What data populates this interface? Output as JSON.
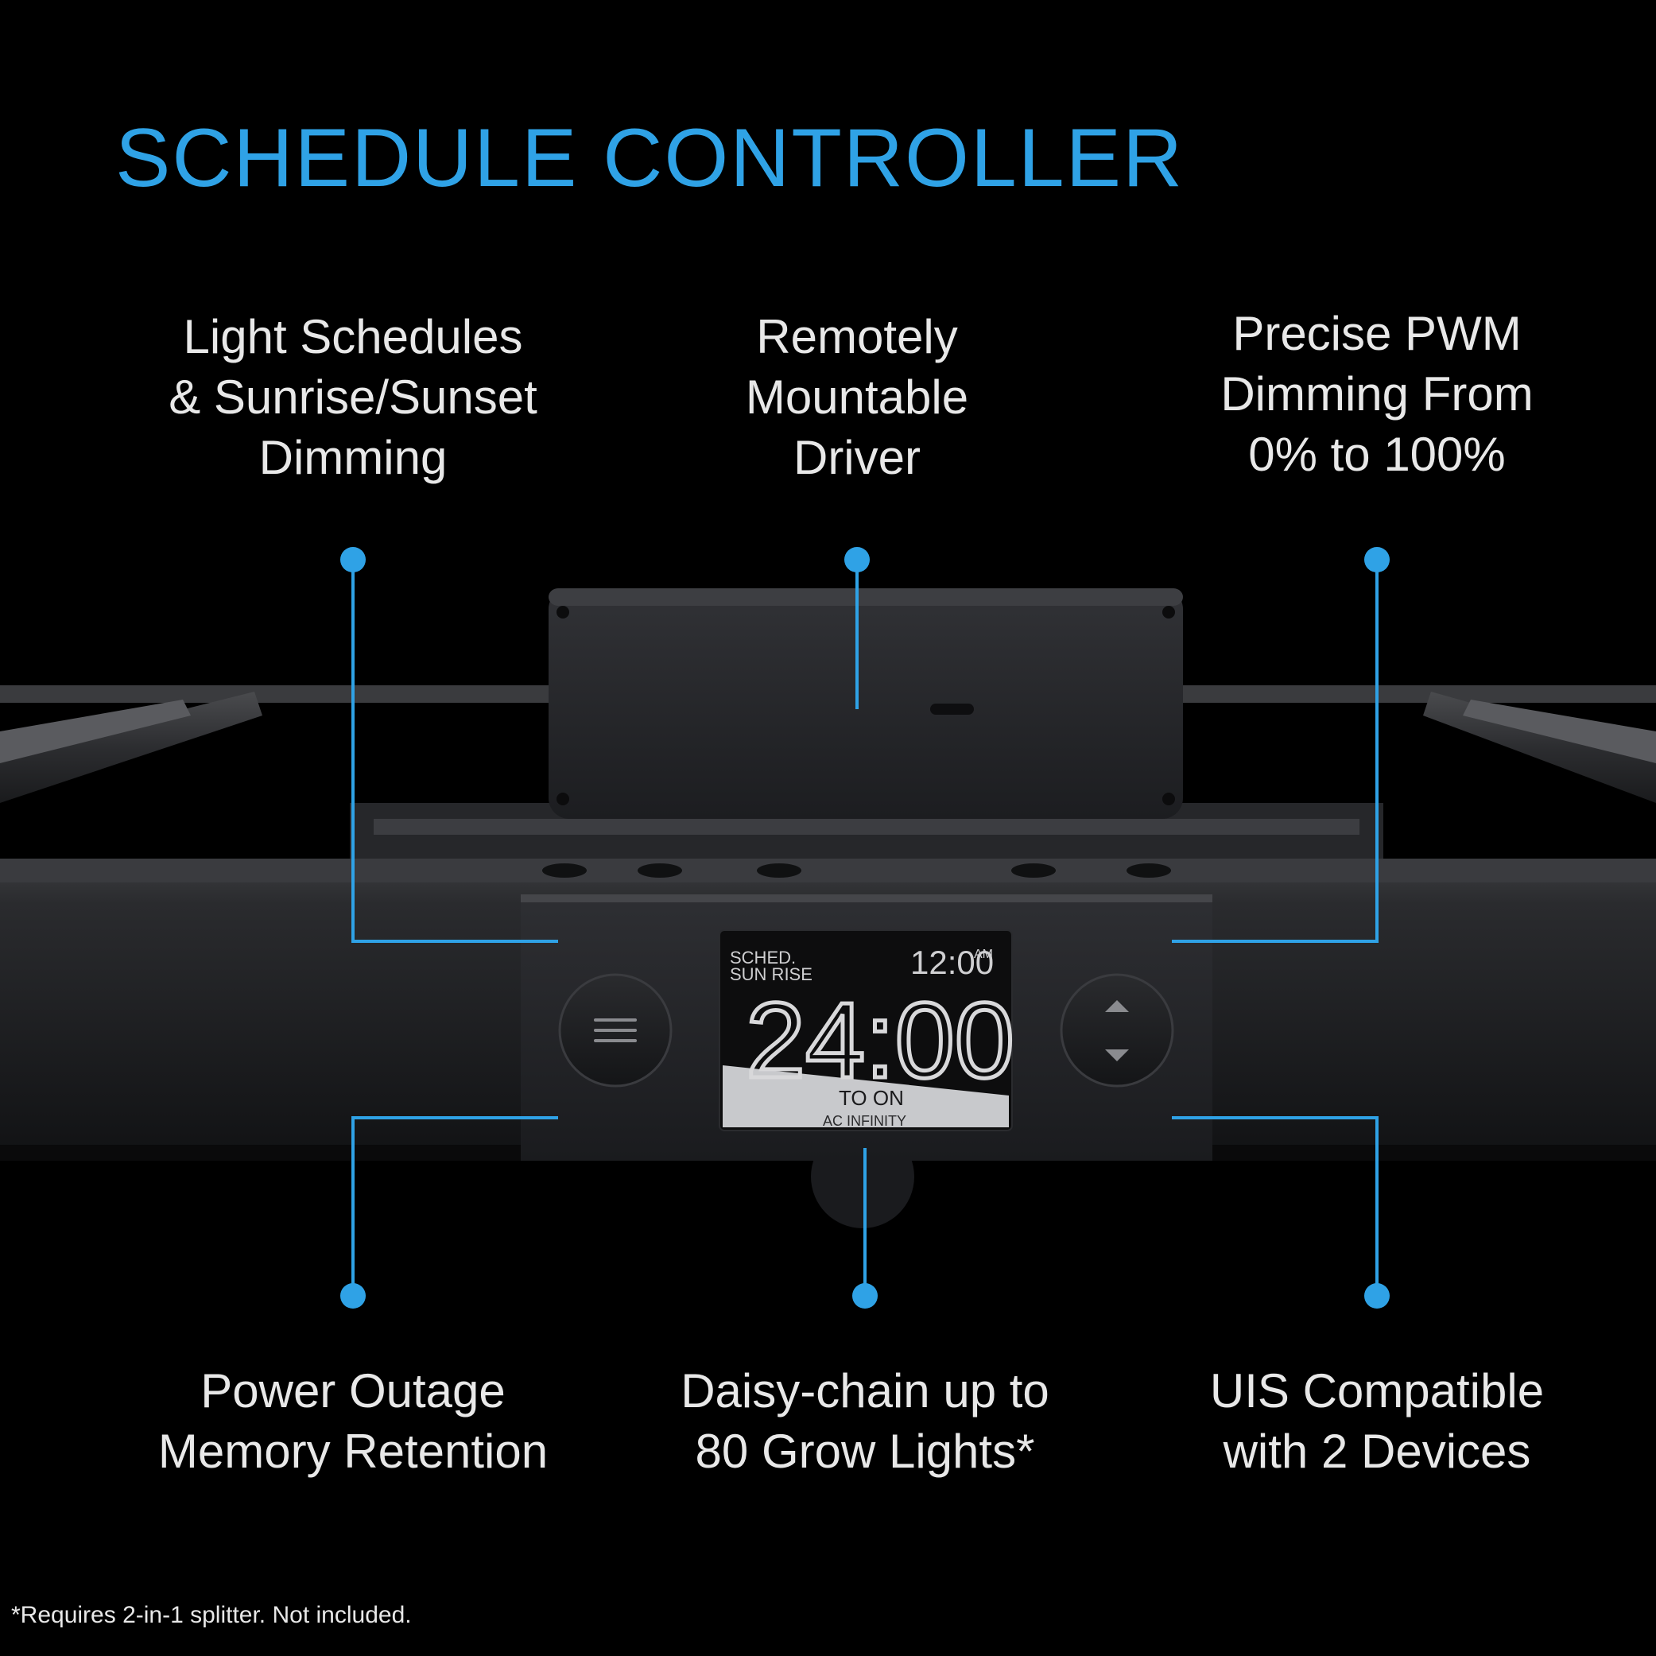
{
  "title": "SCHEDULE CONTROLLER",
  "accent_color": "#2fa2e6",
  "features": {
    "top_left": [
      "Light Schedules",
      "& Sunrise/Sunset",
      "Dimming"
    ],
    "top_center": [
      "Remotely",
      "Mountable",
      "Driver"
    ],
    "top_right": [
      "Precise PWM",
      "Dimming From",
      "0% to 100%"
    ],
    "bottom_left": [
      "Power Outage",
      "Memory Retention"
    ],
    "bottom_center": [
      "Daisy-chain up to",
      "80 Grow Lights*"
    ],
    "bottom_right": [
      "UIS Compatible",
      "with 2 Devices"
    ]
  },
  "controller": {
    "mode_line1": "SCHED.",
    "mode_line2": "SUN RISE",
    "clock": "12:00",
    "clock_suffix": "AM",
    "main_value": "24:00",
    "status": "TO  ON",
    "brand": "AC INFINITY",
    "menu_icon": "menu-icon",
    "up_icon": "triangle-up-icon",
    "down_icon": "triangle-down-icon"
  },
  "footnote": "*Requires 2-in-1 splitter. Not included."
}
